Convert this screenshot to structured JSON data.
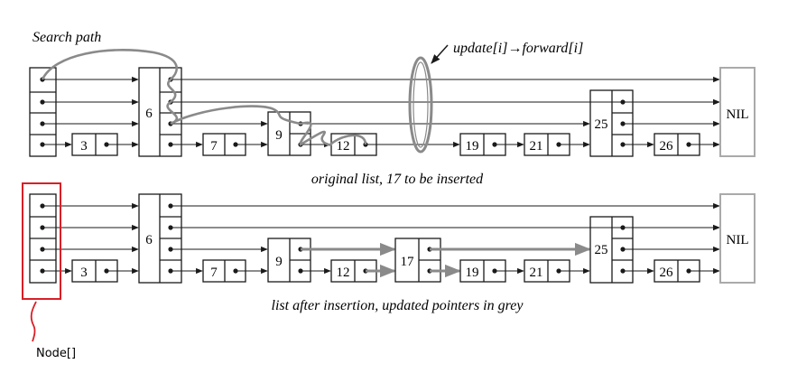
{
  "annotations": {
    "search_path": "Search path",
    "update_forward": "update[i]→forward[i]",
    "node_label": "Node[]"
  },
  "nil_label": "NIL",
  "original_list": {
    "caption": "original list, 17 to be inserted",
    "nodes": [
      {
        "key": "3",
        "level": 1
      },
      {
        "key": "6",
        "level": 4
      },
      {
        "key": "7",
        "level": 1
      },
      {
        "key": "9",
        "level": 2
      },
      {
        "key": "12",
        "level": 1
      },
      {
        "key": "19",
        "level": 1
      },
      {
        "key": "21",
        "level": 1
      },
      {
        "key": "25",
        "level": 3
      },
      {
        "key": "26",
        "level": 1
      }
    ]
  },
  "updated_list": {
    "caption": "list after insertion, updated pointers in grey",
    "nodes": [
      {
        "key": "3",
        "level": 1
      },
      {
        "key": "6",
        "level": 4
      },
      {
        "key": "7",
        "level": 1
      },
      {
        "key": "9",
        "level": 2
      },
      {
        "key": "12",
        "level": 1
      },
      {
        "key": "17",
        "level": 2
      },
      {
        "key": "19",
        "level": 1
      },
      {
        "key": "21",
        "level": 1
      },
      {
        "key": "25",
        "level": 3
      },
      {
        "key": "26",
        "level": 1
      }
    ]
  },
  "colors": {
    "line": "#1a1a1a",
    "grey_pointer": "#8a8a8a",
    "nil_border": "#aaaaaa",
    "highlight": "#d81f26"
  }
}
